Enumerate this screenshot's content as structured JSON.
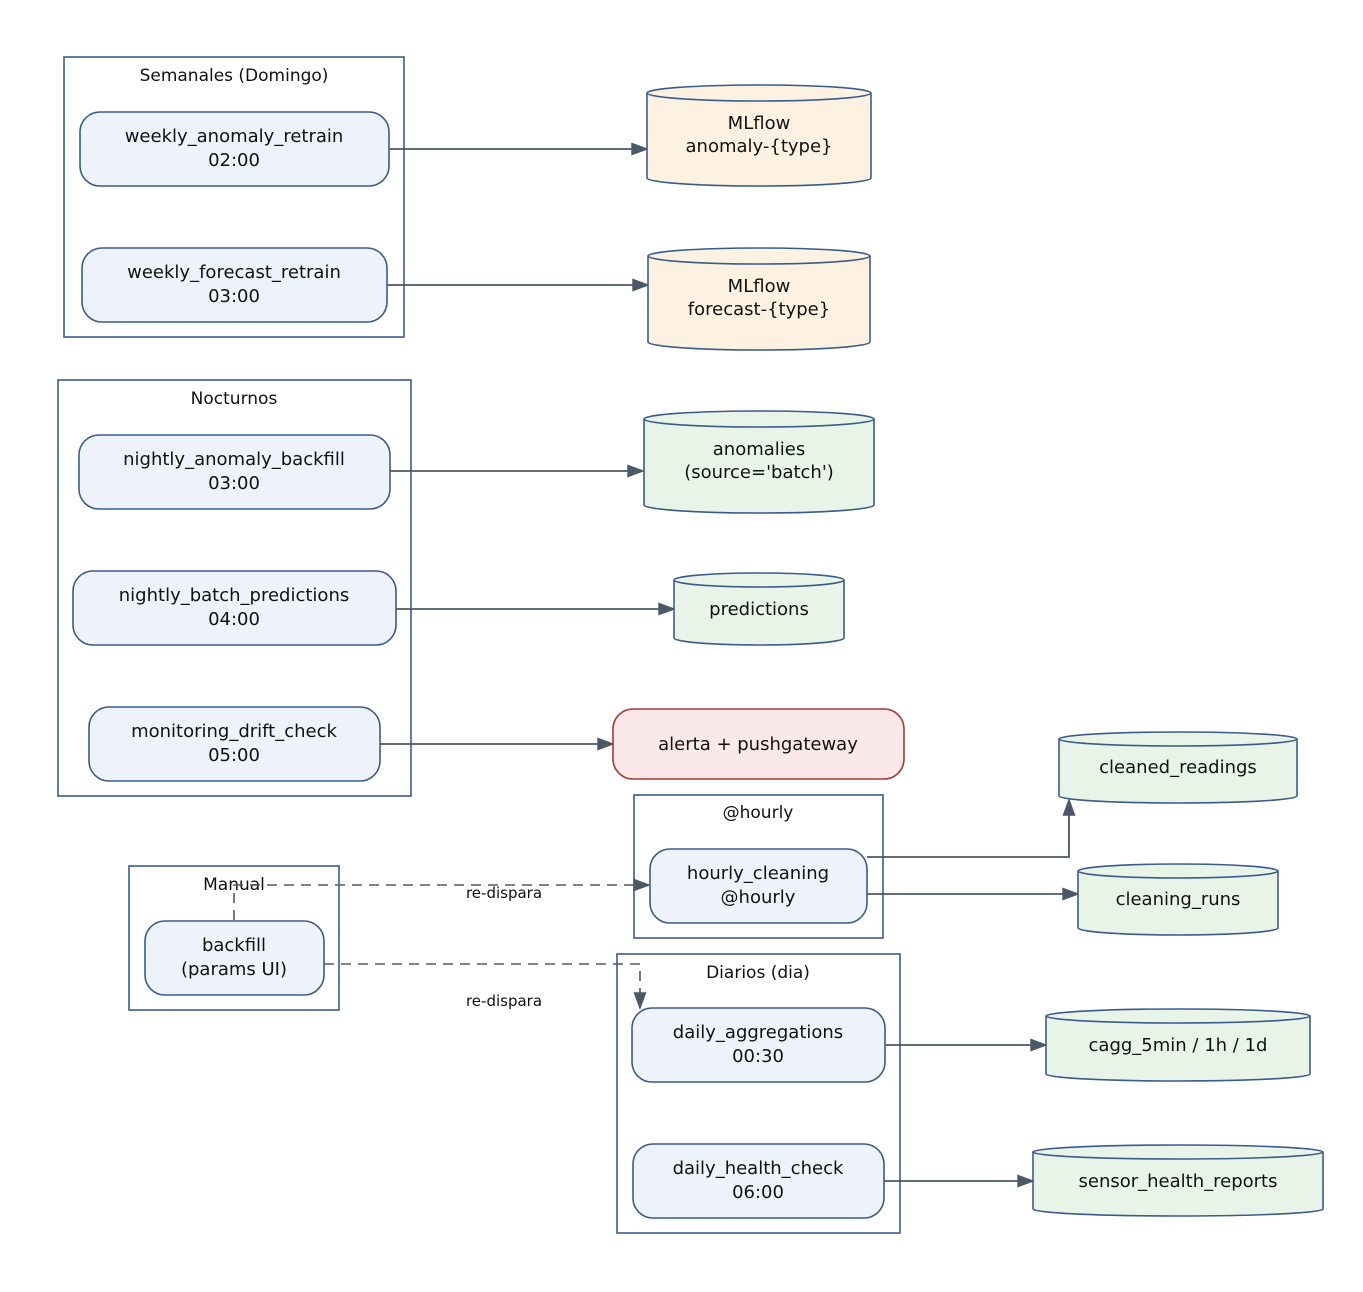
{
  "clusters": {
    "weekly": "Semanales (Domingo)",
    "nightly": "Nocturnos",
    "hourly": "@hourly",
    "manual": "Manual",
    "daily": "Diarios (dia)"
  },
  "jobs": {
    "weekly_anomaly_retrain": [
      "weekly_anomaly_retrain",
      "02:00"
    ],
    "weekly_forecast_retrain": [
      "weekly_forecast_retrain",
      "03:00"
    ],
    "nightly_anomaly_backfill": [
      "nightly_anomaly_backfill",
      "03:00"
    ],
    "nightly_batch_predictions": [
      "nightly_batch_predictions",
      "04:00"
    ],
    "monitoring_drift_check": [
      "monitoring_drift_check",
      "05:00"
    ],
    "hourly_cleaning": [
      "hourly_cleaning",
      "@hourly"
    ],
    "backfill": [
      "backfill",
      "(params UI)"
    ],
    "daily_aggregations": [
      "daily_aggregations",
      "00:30"
    ],
    "daily_health_check": [
      "daily_health_check",
      "06:00"
    ]
  },
  "outputs": {
    "mlflow_anomaly": [
      "MLflow",
      "anomaly-{type}"
    ],
    "mlflow_forecast": [
      "MLflow",
      "forecast-{type}"
    ],
    "anomalies": [
      "anomalies",
      "(source='batch')"
    ],
    "predictions": "predictions",
    "alert": "alerta + pushgateway",
    "cleaned_readings": "cleaned_readings",
    "cleaning_runs": "cleaning_runs",
    "cagg": "cagg_5min / 1h / 1d",
    "sensor_health_reports": "sensor_health_reports"
  },
  "edge_labels": {
    "retrigger_hourly": "re-dispara",
    "retrigger_daily": "re-dispara"
  },
  "colors": {
    "job_fill": "#eef3fb",
    "border": "#3b5b8c",
    "mlflow_fill": "#fdf2e2",
    "table_fill": "#e9f4e8",
    "alert_fill": "#fbe8e8",
    "alert_border": "#a33a32",
    "edge": "#4a5868"
  }
}
